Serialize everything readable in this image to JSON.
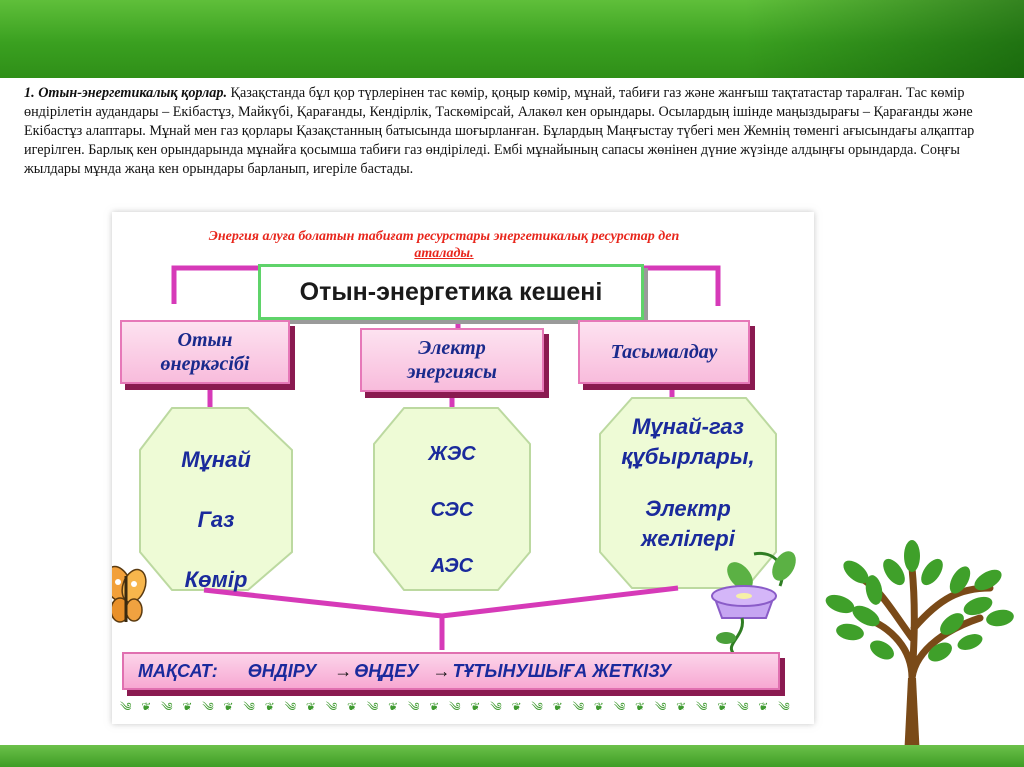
{
  "intro": {
    "lead": "1. Отын-энергетикалық қорлар.",
    "body": " Қазақстанда бұл қор түрлерінен тас көмір, қоңыр көмір, мұнай, табиғи газ және жанғыш тақтатастар таралған. Тас көмір өндірілетін аудандары – Екібастұз, Майкүбі, Қарағанды, Кендірлік, Таскөмірсай, Алакөл кен орындары. Осылардың ішінде маңыздырағы – Қарағанды және Екібастұз алаптары. Мұнай мен газ қорлары Қазақстанның батысында шоғырланған. Бұлардың Маңғыстау түбегі мен Жемнің төменгі ағысындағы алқаптар игерілген. Барлық кен орындарында мұнайға қосымша табиғи газ өндіріледі. Ембі мұнайының сапасы жөнінен дүние жүзінде алдыңғы орындарда. Соңғы жылдары мұнда жаңа кен орындары барланып, игеріле бастады."
  },
  "diagram": {
    "caption_line1": "Энергия алуға болатын табиғат ресурстары энергетикалық ресурстар деп",
    "caption_line2": "аталады.",
    "title": "Отын-энергетика кешені",
    "categories": [
      {
        "line1": "Отын",
        "line2": "өнеркәсібі"
      },
      {
        "line1": "Электр",
        "line2": "энергиясы"
      },
      {
        "line1": "Тасымалдау",
        "line2": ""
      }
    ],
    "groups": [
      {
        "items": [
          "Мұнай",
          "Газ",
          "Көмір"
        ]
      },
      {
        "items": [
          "ЖЭС",
          "СЭС",
          "АЭС"
        ]
      },
      {
        "items": [
          "Мұнай-газ",
          "құбырлары,",
          "Электр",
          "желілері"
        ]
      }
    ],
    "goal": {
      "label": "МАҚСАТ:",
      "step1": "ӨНДІРУ",
      "step2": "ӨҢДЕУ",
      "step3": "ТҰТЫНУШЫҒА ЖЕТКІЗУ",
      "arrow": "→"
    },
    "ornament": "༄ ❦ ༄ ❦ ༄ ❦ ༄ ❦ ༄ ❦ ༄ ❦ ༄ ❦ ༄ ❦ ༄ ❦ ༄ ❦ ༄ ❦ ༄ ❦ ༄ ❦ ༄ ❦ ༄ ❦ ༄ ❦ ༄ ❦ ༄ ❦ ༄ ❦ ༄ ❦"
  },
  "colors": {
    "connector": "#d63ab8",
    "octagon_fill": "#eefbd6",
    "octagon_stroke": "#bcd9a0"
  },
  "decorations": [
    "butterfly-icon",
    "flower-icon",
    "tree-icon"
  ]
}
